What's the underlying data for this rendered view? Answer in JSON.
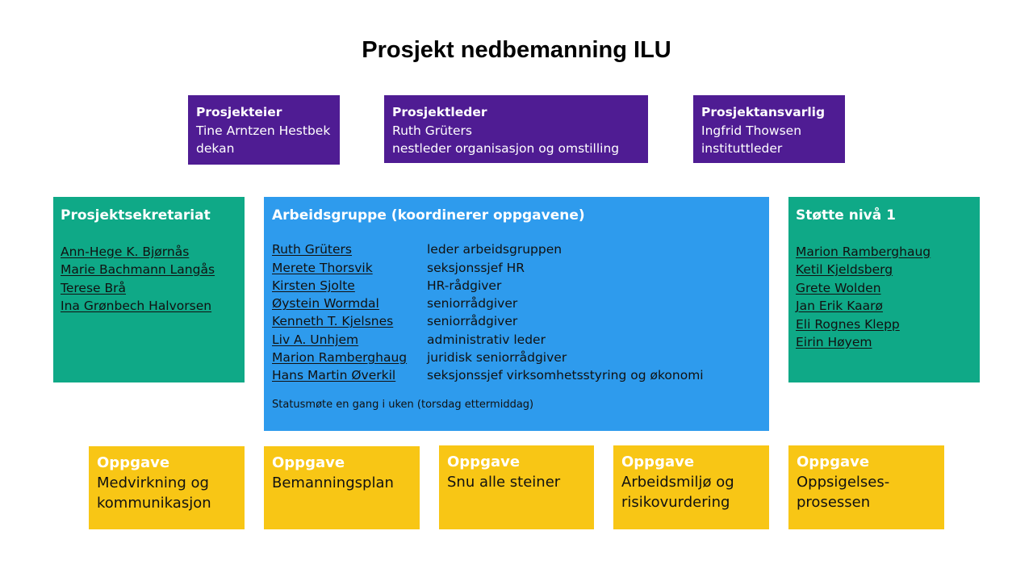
{
  "title": "Prosjekt nedbemanning ILU",
  "roles": [
    {
      "heading": "Prosjekteier",
      "name": "Tine Arntzen Hestbek",
      "position": "dekan"
    },
    {
      "heading": "Prosjektleder",
      "name": "Ruth Grüters",
      "position": "nestleder organisasjon og omstilling"
    },
    {
      "heading": "Prosjektansvarlig",
      "name": "Ingfrid Thowsen",
      "position": "instituttleder"
    }
  ],
  "secretariat": {
    "heading": "Prosjektsekretariat",
    "members": [
      "Ann-Hege K. Bjørnås",
      "Marie Bachmann Langås",
      "Terese Brå",
      "Ina Grønbech Halvorsen"
    ]
  },
  "workgroup": {
    "heading": "Arbeidsgruppe (koordinerer oppgavene)",
    "members": [
      {
        "name": "Ruth Grüters",
        "role": "leder arbeidsgruppen"
      },
      {
        "name": "Merete Thorsvik",
        "role": "seksjonssjef HR"
      },
      {
        "name": "Kirsten Sjolte",
        "role": "HR-rådgiver"
      },
      {
        "name": "Øystein Wormdal",
        "role": "seniorrådgiver"
      },
      {
        "name": "Kenneth T. Kjelsnes",
        "role": "seniorrådgiver"
      },
      {
        "name": "Liv A. Unhjem",
        "role": "administrativ leder"
      },
      {
        "name": "Marion Ramberghaug",
        "role": "juridisk seniorrådgiver"
      },
      {
        "name": "Hans Martin Øverkil",
        "role": "seksjonssjef virksomhetsstyring og økonomi"
      }
    ],
    "status": "Statusmøte en gang i uken (torsdag ettermiddag)"
  },
  "support": {
    "heading": "Støtte nivå 1",
    "members": [
      "Marion Ramberghaug",
      "Ketil Kjeldsberg",
      "Grete Wolden",
      "Jan Erik Kaarø",
      "Eli Rognes Klepp",
      "Eirin Høyem"
    ]
  },
  "tasks": [
    {
      "heading": "Oppgave",
      "lines": [
        "Medvirkning og",
        "kommunikasjon"
      ]
    },
    {
      "heading": "Oppgave",
      "lines": [
        "Bemanningsplan"
      ]
    },
    {
      "heading": "Oppgave",
      "lines": [
        "Snu alle steiner"
      ]
    },
    {
      "heading": "Oppgave",
      "lines": [
        "Arbeidsmiljø og",
        "risikovurdering"
      ]
    },
    {
      "heading": "Oppgave",
      "lines": [
        "Oppsigelses-",
        "prosessen"
      ]
    }
  ]
}
